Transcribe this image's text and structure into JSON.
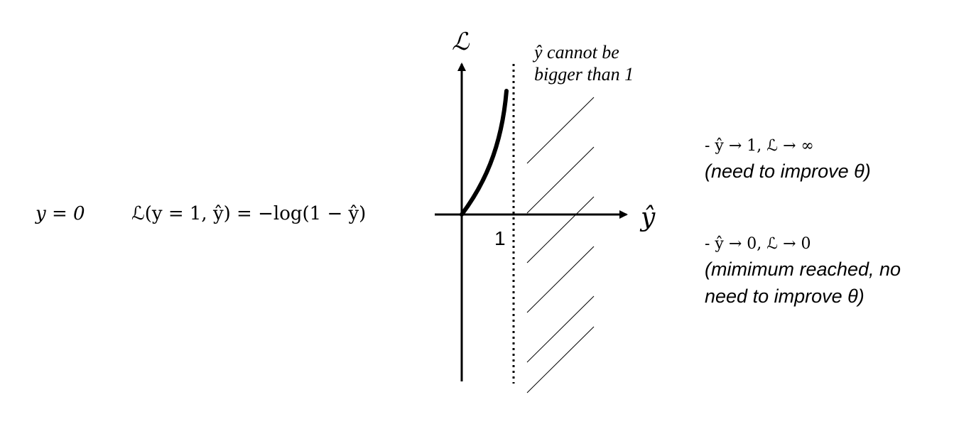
{
  "equations": {
    "label": "y = 0",
    "loss": "ℒ(y = 1, ŷ) = −log(1 − ŷ)"
  },
  "diagram": {
    "y_axis_label": "ℒ",
    "x_axis_label": "ŷ",
    "tick_one": "1",
    "boundary_note_line1": "ŷ cannot be",
    "boundary_note_line2": "bigger than 1"
  },
  "notes": [
    {
      "head": "- ŷ → 1, ℒ → ∞",
      "body": "(need to improve θ)"
    },
    {
      "head": "- ŷ → 0, ℒ → 0",
      "body": "(mimimum reached, no need to improve θ)"
    }
  ]
}
